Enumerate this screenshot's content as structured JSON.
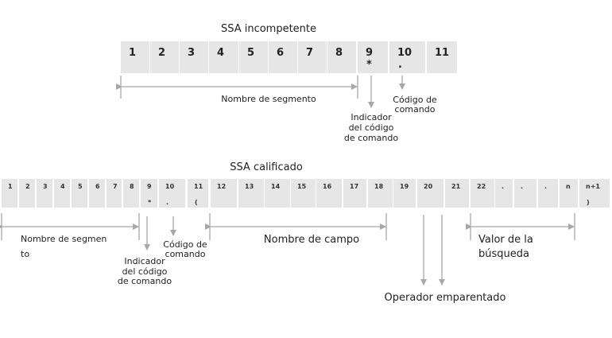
{
  "incompetent": {
    "title": "SSA incompetente",
    "cells": [
      {
        "num": "1",
        "sym": ""
      },
      {
        "num": "2",
        "sym": ""
      },
      {
        "num": "3",
        "sym": ""
      },
      {
        "num": "4",
        "sym": ""
      },
      {
        "num": "5",
        "sym": ""
      },
      {
        "num": "6",
        "sym": ""
      },
      {
        "num": "7",
        "sym": ""
      },
      {
        "num": "8",
        "sym": ""
      },
      {
        "num": "9",
        "sym": "*"
      },
      {
        "num": "10",
        "sym": "."
      },
      {
        "num": "11",
        "sym": ""
      }
    ],
    "segment_name": "Nombre de segmento",
    "indicator": [
      "Indicador",
      "del código",
      "de comando"
    ],
    "command_code": [
      "Código de",
      "comando"
    ]
  },
  "qualified": {
    "title": "SSA calificado",
    "cells": [
      {
        "num": "1",
        "sym": ""
      },
      {
        "num": "2",
        "sym": ""
      },
      {
        "num": "3",
        "sym": ""
      },
      {
        "num": "4",
        "sym": ""
      },
      {
        "num": "5",
        "sym": ""
      },
      {
        "num": "6",
        "sym": ""
      },
      {
        "num": "7",
        "sym": ""
      },
      {
        "num": "8",
        "sym": ""
      },
      {
        "num": "9",
        "sym": "*"
      },
      {
        "num": "10",
        "sym": "."
      },
      {
        "num": "11",
        "sym": "("
      },
      {
        "num": "12",
        "sym": ""
      },
      {
        "num": "13",
        "sym": ""
      },
      {
        "num": "14",
        "sym": ""
      },
      {
        "num": "15",
        "sym": ""
      },
      {
        "num": "16",
        "sym": ""
      },
      {
        "num": "17",
        "sym": ""
      },
      {
        "num": "18",
        "sym": ""
      },
      {
        "num": "19",
        "sym": ""
      },
      {
        "num": "20",
        "sym": ""
      },
      {
        "num": "21",
        "sym": ""
      },
      {
        "num": "22",
        "sym": ""
      },
      {
        "num": ".",
        "sym": ""
      },
      {
        "num": ".",
        "sym": ""
      },
      {
        "num": ".",
        "sym": ""
      },
      {
        "num": "n",
        "sym": ""
      },
      {
        "num": "n+1",
        "sym": ")"
      }
    ],
    "segment_name": [
      "Nombre de segmen",
      "to"
    ],
    "indicator": [
      "Indicador",
      "del código",
      "de comando"
    ],
    "command_code": [
      "Código de",
      "comando"
    ],
    "field_name": "Nombre de campo",
    "relational_operator": "Operador emparentado",
    "search_value": [
      "Valor de la",
      "búsqueda"
    ]
  },
  "colors": {
    "cell": "#e6e6e6",
    "arrow": "#a8a8a8"
  }
}
